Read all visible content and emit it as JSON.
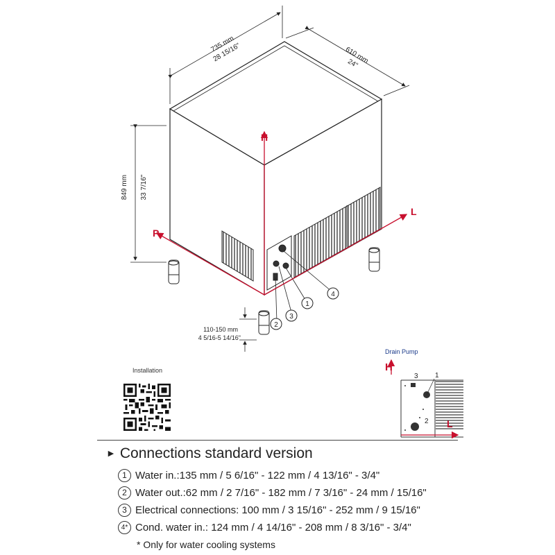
{
  "dimensions": {
    "width_mm": "735 mm",
    "width_in": "28 15/16\"",
    "depth_mm": "610 mm",
    "depth_in": "24\"",
    "height_mm": "849 mm",
    "height_in": "33 7/16\"",
    "feet_mm": "110-150 mm",
    "feet_in": "4 5/16-5 14/16\""
  },
  "axes": {
    "h": "H",
    "l": "L",
    "p": "P"
  },
  "callouts": [
    "1",
    "2",
    "3",
    "4"
  ],
  "inset": {
    "title": "Drain Pump",
    "h": "H",
    "l": "L",
    "callout_3": "3",
    "callout_1": "1",
    "callout_2": "2"
  },
  "installation": {
    "label": "Installation"
  },
  "section": {
    "marker": "►",
    "title": "Connections standard version",
    "items": [
      {
        "num": "1",
        "text": "Water in.:135 mm / 5 6/16\" - 122 mm / 4 13/16\" - 3/4\""
      },
      {
        "num": "2",
        "text": "Water out.:62 mm / 2 7/16\" - 182 mm / 7 3/16\" - 24 mm / 15/16\""
      },
      {
        "num": "3",
        "text": "Electrical connections: 100 mm / 3 15/16\" - 252 mm / 9 15/16\""
      },
      {
        "num": "4*",
        "text": "Cond. water in.: 124 mm / 4 14/16\" - 208 mm / 8 3/16\" - 3/4\""
      }
    ],
    "footnote": "* Only for water cooling systems"
  },
  "colors": {
    "accent": "#c8102e",
    "line": "#222222"
  }
}
